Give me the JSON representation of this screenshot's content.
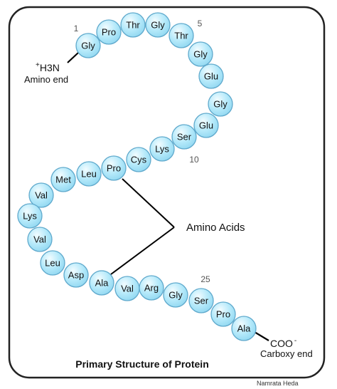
{
  "diagram": {
    "title": "Primary Structure of Protein",
    "credit": "Namrata Heda",
    "amino_end": {
      "label": "Amino end",
      "superscript": "+",
      "formula": "H3N"
    },
    "carboxy_end": {
      "formula": "COO",
      "superscript": "-",
      "label": "Carboxy end"
    },
    "callout_label": "Amino Acids",
    "position_numbers": [
      "1",
      "5",
      "10",
      "25"
    ],
    "residues": [
      "Gly",
      "Pro",
      "Thr",
      "Gly",
      "Thr",
      "Gly",
      "Glu",
      "Gly",
      "Glu",
      "Ser",
      "Lys",
      "Cys",
      "Pro",
      "Leu",
      "Met",
      "Val",
      "Lys",
      "Val",
      "Leu",
      "Asp",
      "Ala",
      "Val",
      "Arg",
      "Gly",
      "Ser",
      "Pro",
      "Ala"
    ],
    "colors": {
      "bead_fill": "#aee6f8",
      "bead_stroke": "#5fa9cc",
      "frame": "#222222",
      "text": "#111111",
      "number": "#555555"
    }
  }
}
